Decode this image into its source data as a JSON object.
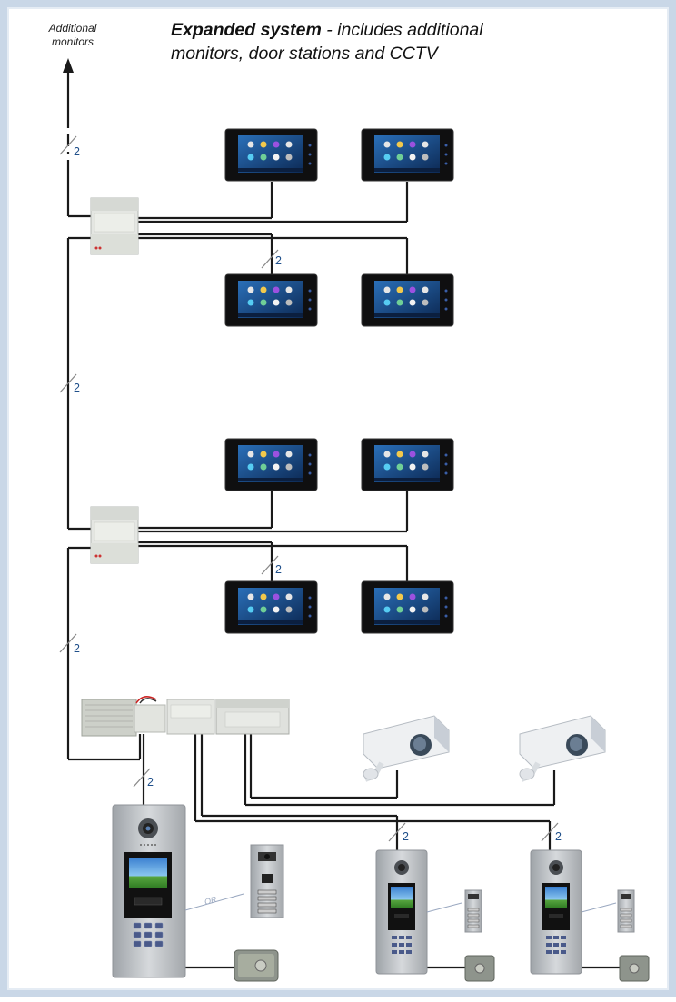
{
  "title": {
    "bold": "Expanded system",
    "rest": " - includes additional monitors, door stations and CCTV"
  },
  "additional_monitors_label": "Additional monitors",
  "wire_label": "2",
  "or_label": "OR",
  "colors": {
    "border": "#c9d7e7",
    "wire": "#1a1a1a",
    "label": "#1f4f8a",
    "monitor": "#111111",
    "screen": "#1e4d8c",
    "panel": "#a9adb1"
  }
}
